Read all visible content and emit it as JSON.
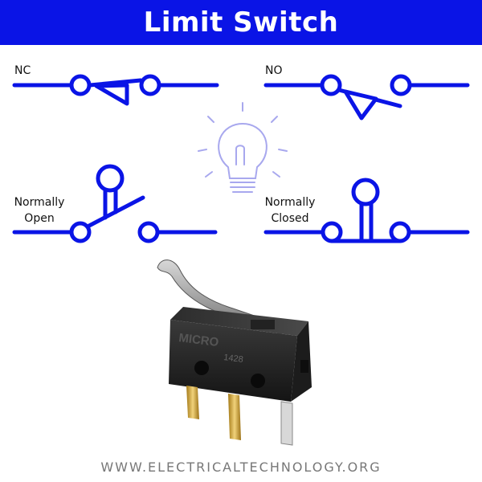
{
  "title": "Limit Switch",
  "symbols": {
    "nc_label": "NC",
    "no_label": "NO",
    "normally_open_line1": "Normally",
    "normally_open_line2": "Open",
    "normally_closed_line1": "Normally",
    "normally_closed_line2": "Closed"
  },
  "device": {
    "brand_text": "MICRO",
    "model_text": "1428"
  },
  "footer": "WWW.ELECTRICALTECHNOLOGY.ORG",
  "colors": {
    "accent": "#0a14e6",
    "background": "#ffffff",
    "bulb": "#a8a8ee"
  },
  "icons": [
    "lightbulb-icon"
  ]
}
